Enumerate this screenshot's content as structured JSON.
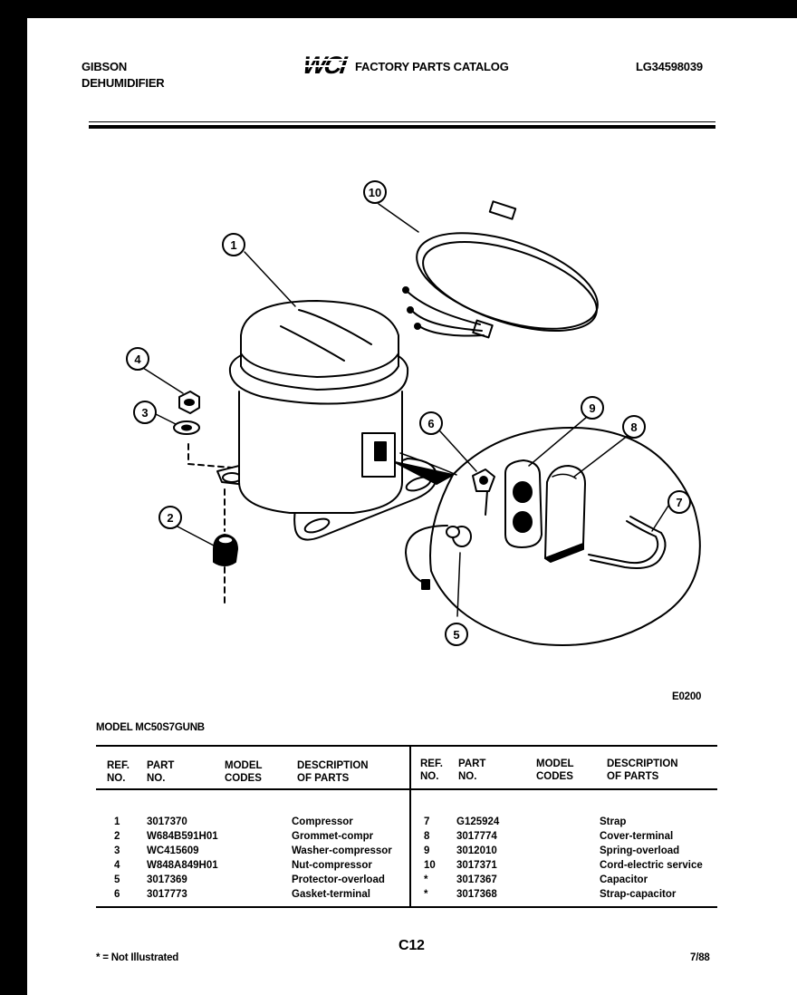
{
  "header": {
    "brand": "GIBSON",
    "product": "DEHUMIDIFIER",
    "logo_text": "WCI",
    "catalog_title": "FACTORY PARTS CATALOG",
    "catalog_number": "LG34598039"
  },
  "diagram": {
    "code": "E0200",
    "callouts": [
      "1",
      "2",
      "3",
      "4",
      "5",
      "6",
      "7",
      "8",
      "9",
      "10"
    ]
  },
  "model_label": "MODEL MC50S7GUNB",
  "table": {
    "headers": {
      "ref": "REF.\nNO.",
      "part": "PART\nNO.",
      "model": "MODEL\nCODES",
      "desc": "DESCRIPTION\nOF PARTS"
    },
    "left_rows": [
      {
        "ref": "1",
        "part": "3017370",
        "codes": "",
        "desc": "Compressor"
      },
      {
        "ref": "2",
        "part": "W684B591H01",
        "codes": "",
        "desc": "Grommet-compr"
      },
      {
        "ref": "3",
        "part": "WC415609",
        "codes": "",
        "desc": "Washer-compressor"
      },
      {
        "ref": "4",
        "part": "W848A849H01",
        "codes": "",
        "desc": "Nut-compressor"
      },
      {
        "ref": "5",
        "part": "3017369",
        "codes": "",
        "desc": "Protector-overload"
      },
      {
        "ref": "6",
        "part": "3017773",
        "codes": "",
        "desc": "Gasket-terminal"
      }
    ],
    "right_rows": [
      {
        "ref": "7",
        "part": "G125924",
        "codes": "",
        "desc": "Strap"
      },
      {
        "ref": "8",
        "part": "3017774",
        "codes": "",
        "desc": "Cover-terminal"
      },
      {
        "ref": "9",
        "part": "3012010",
        "codes": "",
        "desc": "Spring-overload"
      },
      {
        "ref": "10",
        "part": "3017371",
        "codes": "",
        "desc": "Cord-electric service"
      },
      {
        "ref": "*",
        "part": "3017367",
        "codes": "",
        "desc": "Capacitor"
      },
      {
        "ref": "*",
        "part": "3017368",
        "codes": "",
        "desc": "Strap-capacitor"
      }
    ]
  },
  "footer": {
    "note": "* = Not Illustrated",
    "page": "C12",
    "date": "7/88"
  }
}
